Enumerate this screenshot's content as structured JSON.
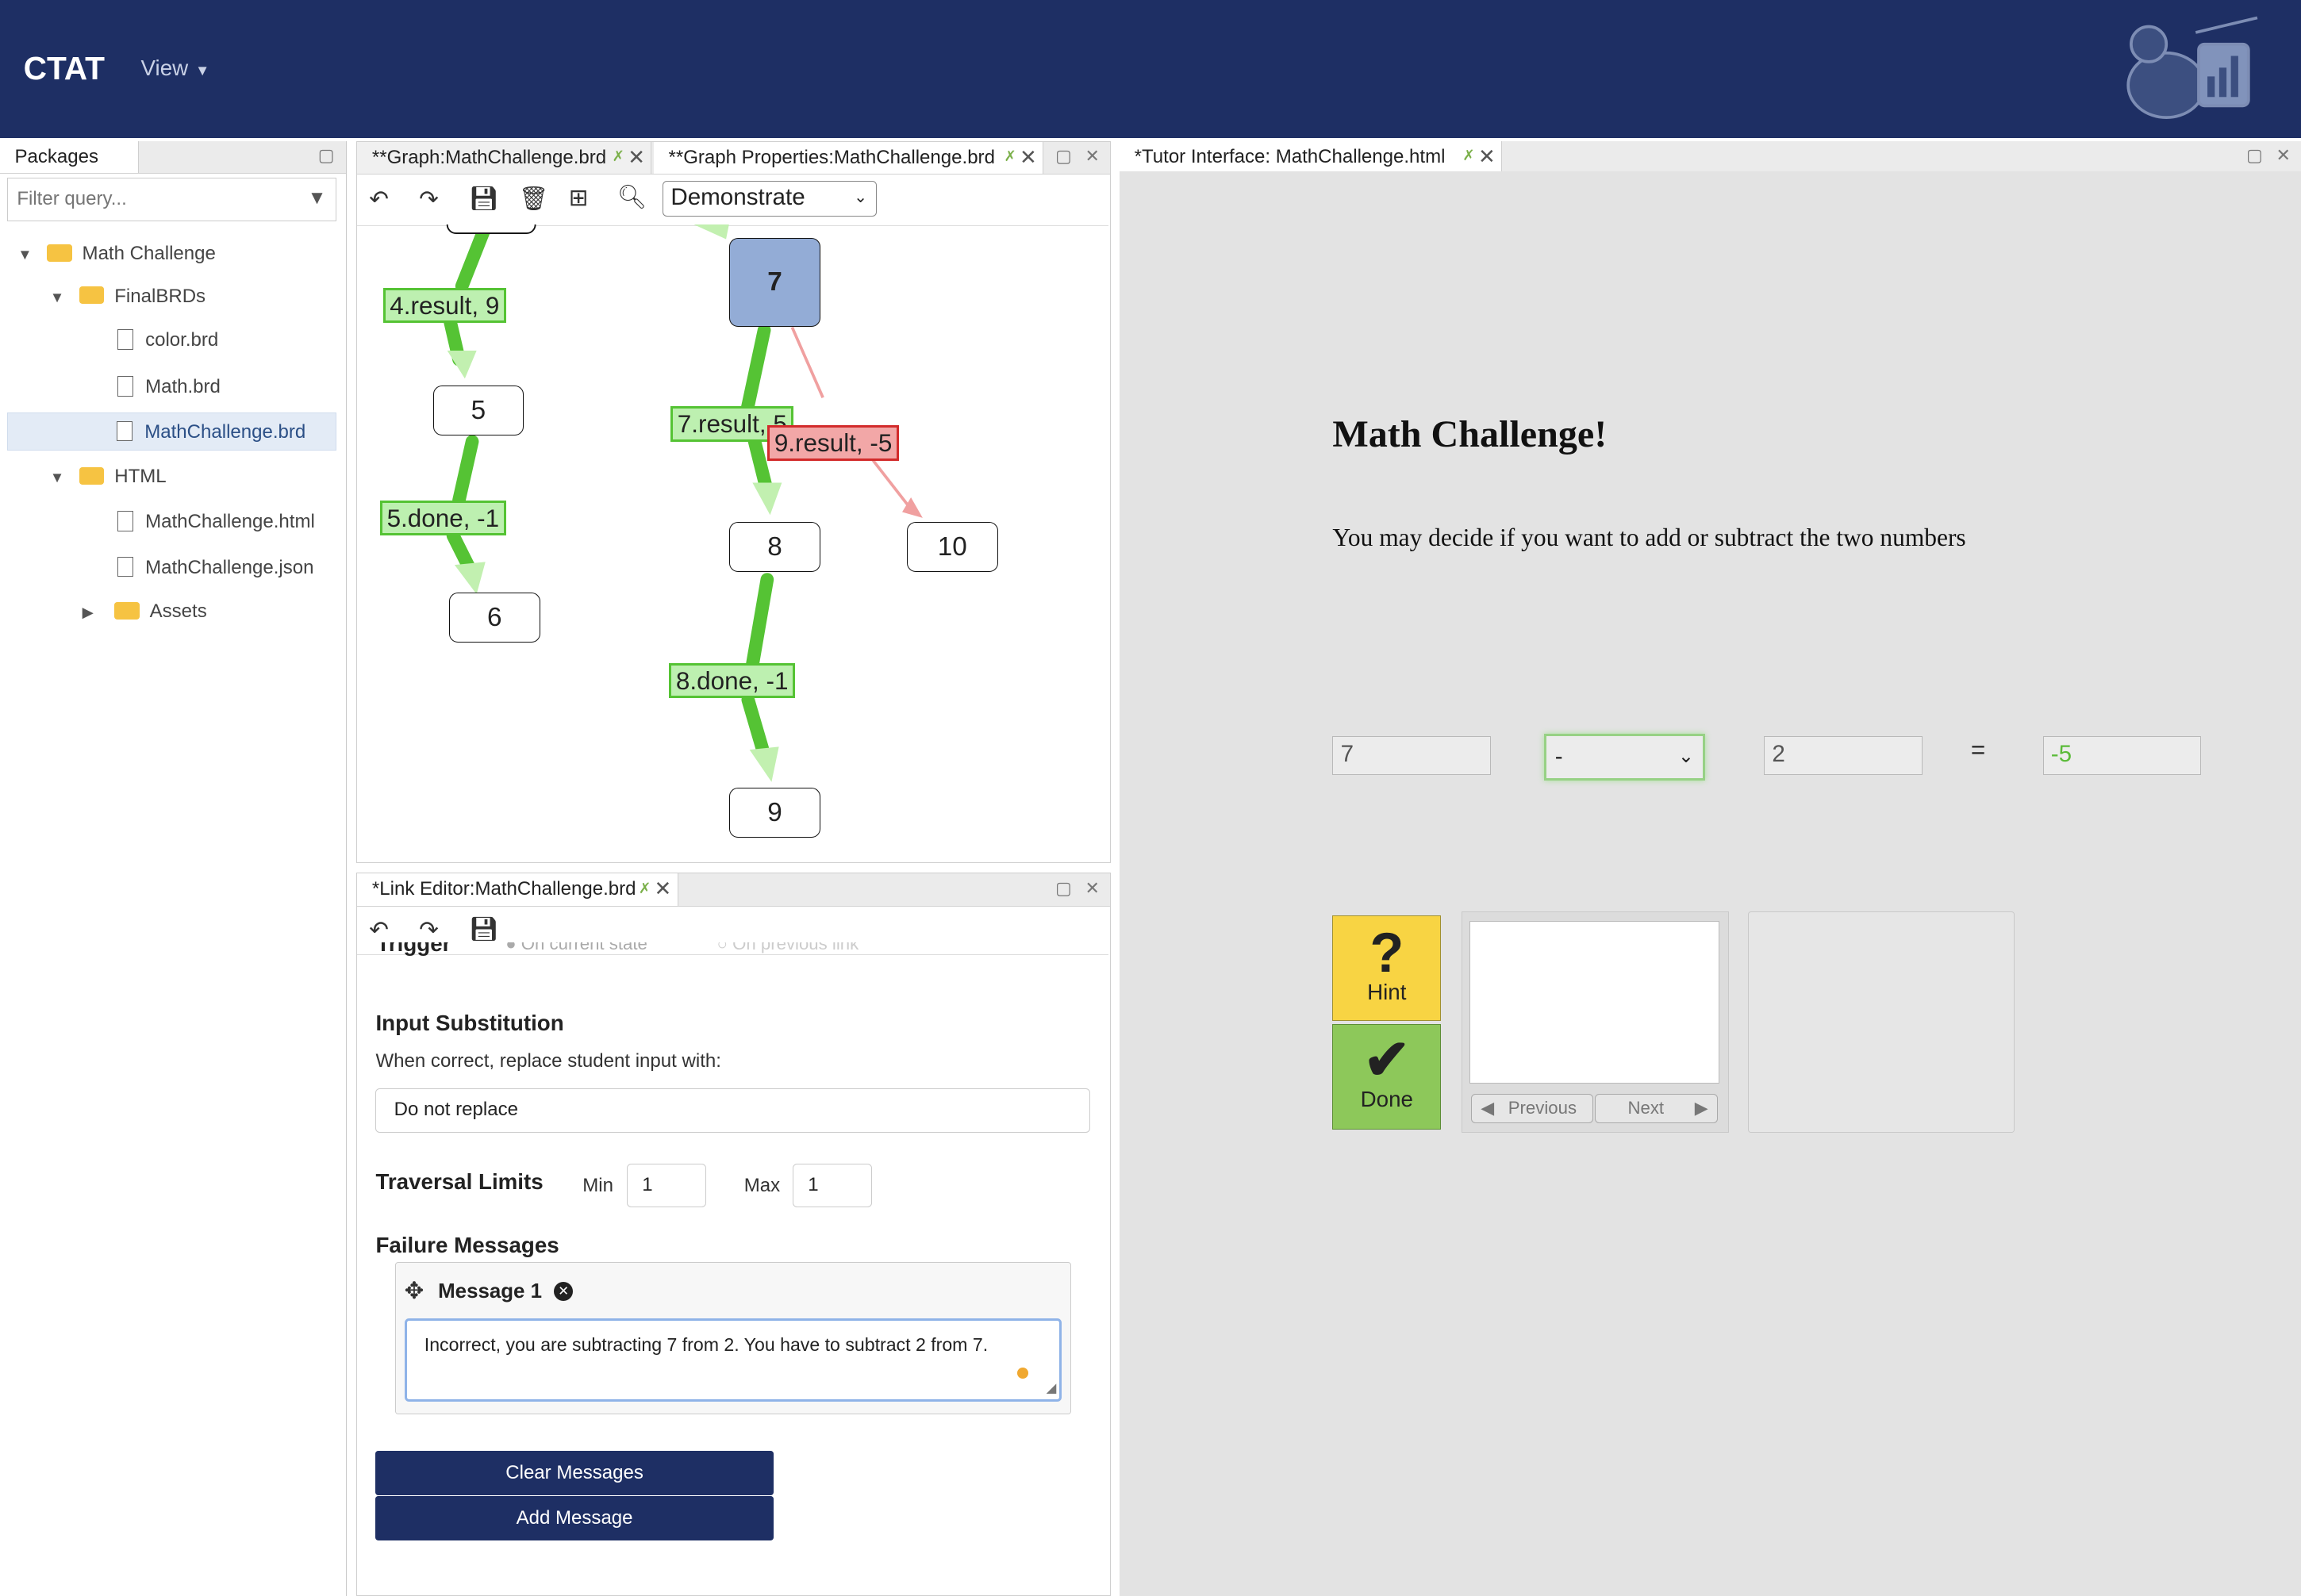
{
  "app": {
    "brand": "CTAT",
    "view_menu": "View"
  },
  "packages": {
    "tab_label": "Packages",
    "filter_placeholder": "Filter query...",
    "tree": {
      "root": "Math Challenge",
      "folder_final": "FinalBRDs",
      "file_color": "color.brd",
      "file_math": "Math.brd",
      "file_mathchallenge": "MathChallenge.brd",
      "folder_html": "HTML",
      "file_html": "MathChallenge.html",
      "file_json": "MathChallenge.json",
      "folder_assets": "Assets"
    }
  },
  "graph": {
    "tab_graph": "**Graph:MathChallenge.brd",
    "tab_properties": "**Graph Properties:MathChallenge.brd",
    "mode": "Demonstrate",
    "nodes": {
      "n5": "5",
      "n6": "6",
      "n7": "7",
      "n8": "8",
      "n9": "9",
      "n10": "10"
    },
    "edges": {
      "e4": "4.result, 9",
      "e5": "5.done, -1",
      "e7": "7.result, 5",
      "e9": "9.result, -5",
      "e8": "8.done, -1"
    }
  },
  "link_editor": {
    "tab": "*Link Editor:MathChallenge.brd",
    "trigger_partial": "Trigger",
    "trigger_opt1": "On current state",
    "trigger_opt2": "On previous link",
    "input_substitution": "Input Substitution",
    "replace_label": "When correct, replace student input with:",
    "replace_value": "Do not replace",
    "traversal_limits": "Traversal Limits",
    "min_label": "Min",
    "min_value": "1",
    "max_label": "Max",
    "max_value": "1",
    "failure_messages": "Failure Messages",
    "message_title": "Message 1",
    "message_text": "Incorrect, you are subtracting 7 from 2. You have to subtract 2 from 7.",
    "clear_button": "Clear Messages",
    "add_button": "Add Message"
  },
  "tutor": {
    "tab": "*Tutor Interface: MathChallenge.html",
    "title": "Math Challenge!",
    "subtitle": "You may decide if you want to add or subtract the two numbers",
    "num1": "7",
    "operator": "-",
    "num2": "2",
    "equals": "=",
    "answer": "-5",
    "hint_label": "Hint",
    "done_label": "Done",
    "previous": "Previous",
    "next": "Next"
  },
  "colors": {
    "header": "#1e2f64",
    "correct_edge": "#55c334",
    "incorrect_edge": "#d22b2b",
    "selected_node": "#93acd6",
    "hint": "#f8d443",
    "done": "#8dc85a"
  }
}
